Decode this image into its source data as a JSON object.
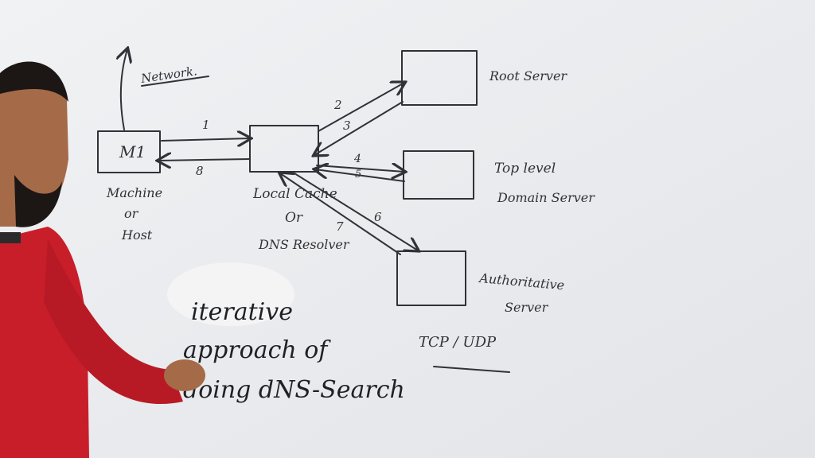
{
  "whiteboard": {
    "nodes": {
      "machine": "M1",
      "local": "",
      "root": "",
      "tld": "",
      "auth": ""
    },
    "labels": {
      "network": "Network.",
      "machine_line1": "Machine",
      "machine_line2": "or",
      "machine_line3": "Host",
      "local_line1": "Local Cache",
      "local_line2": "Or",
      "local_line3": "DNS  Resolver",
      "root": "Root Server",
      "tld_line1": "Top level",
      "tld_line2": "Domain Server",
      "auth_line1": "Authoritative",
      "auth_line2": "Server",
      "protocol": "TCP / UDP"
    },
    "steps": {
      "s1": "1",
      "s2": "2",
      "s3": "3",
      "s4": "4",
      "s5": "5",
      "s6": "6",
      "s7": "7",
      "s8": "8"
    },
    "annotation": {
      "line1": "iterative",
      "line2": "approach of",
      "line3": "doing dNS-Search"
    }
  },
  "colors": {
    "board": "#e9ebee",
    "ink": "#2f3236",
    "sweater": "#c81e2a",
    "skin": "#a56a48",
    "hair": "#1c1715"
  }
}
